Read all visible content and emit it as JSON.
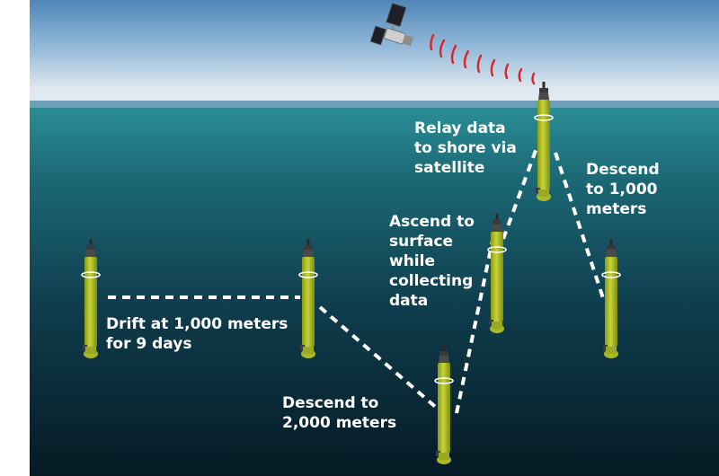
{
  "labels": {
    "relay": [
      "Relay data",
      "to shore via",
      "satellite"
    ],
    "descend_top": [
      "Descend",
      "to 1,000",
      "meters"
    ],
    "ascend": [
      "Ascend to",
      "surface",
      "while",
      "collecting",
      "data"
    ],
    "drift": [
      "Drift at 1,000 meters",
      "for  9 days"
    ],
    "descend_deep": [
      "Descend to",
      "2,000 meters"
    ]
  },
  "colors": {
    "sky_top": "#4f86b8",
    "sky_bottom": "#e8eef2",
    "sea_surface": "#2a8d95",
    "sea_deep": "#08202c",
    "float_body": "#b3c42a",
    "signal": "#d8242e",
    "path": "#ffffff"
  }
}
